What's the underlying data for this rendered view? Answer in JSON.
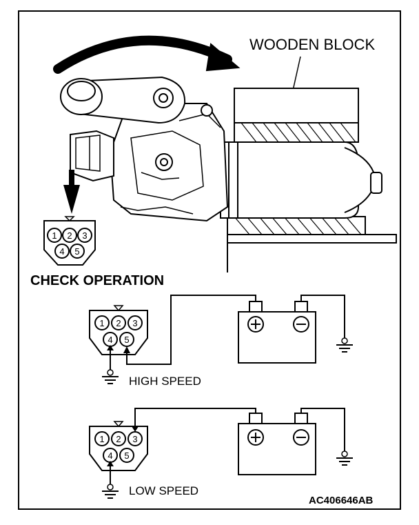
{
  "labels": {
    "wooden_block": "WOODEN BLOCK",
    "check_operation": "CHECK OPERATION",
    "high_speed": "HIGH SPEED",
    "low_speed": "LOW SPEED",
    "figure_code": "AC406646AB"
  },
  "connector": {
    "pins_top": [
      "1",
      "2",
      "3"
    ],
    "pins_bottom": [
      "4",
      "5"
    ]
  },
  "battery": {
    "positive_symbol": "+",
    "negative_symbol": "−"
  },
  "tests": [
    {
      "name": "HIGH SPEED",
      "positive_pin": "5",
      "ground_pin": "4"
    },
    {
      "name": "LOW SPEED",
      "positive_pin": "3",
      "ground_pin": "4"
    }
  ]
}
